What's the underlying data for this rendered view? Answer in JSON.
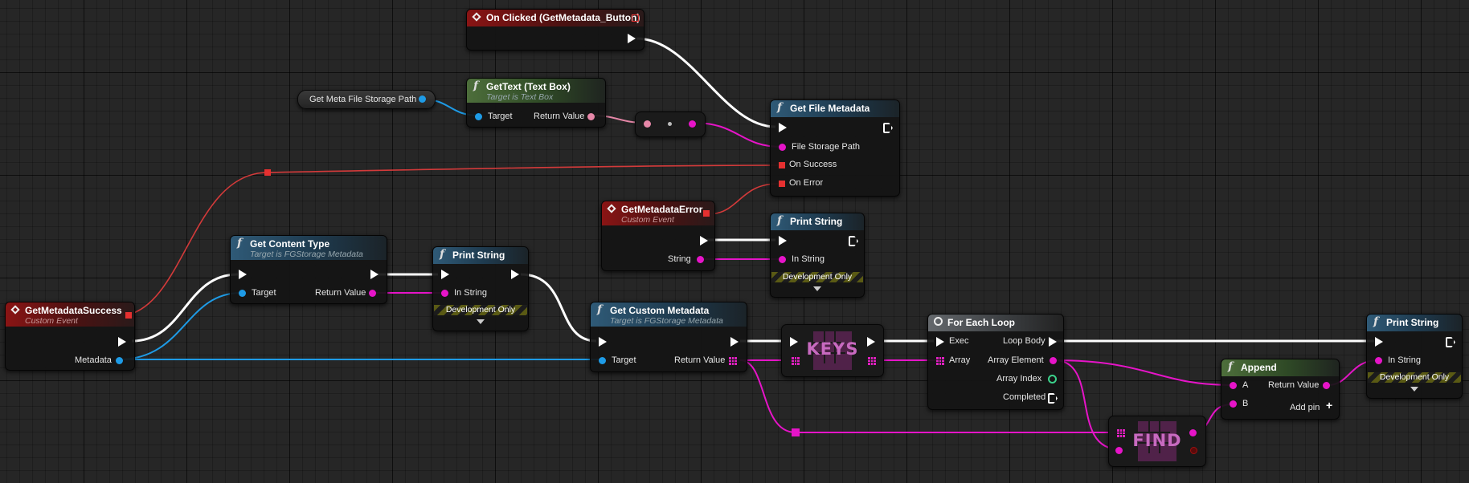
{
  "nodes": {
    "on_clicked": {
      "title": "On Clicked (GetMetadata_Button)"
    },
    "gettext": {
      "title": "GetText (Text Box)",
      "subtitle": "Target is Text Box",
      "target": "Target",
      "return_value": "Return Value"
    },
    "meta_var": {
      "label": "Get Meta File Storage Path"
    },
    "get_file_metadata": {
      "title": "Get File Metadata",
      "file_storage_path": "File Storage Path",
      "on_success": "On Success",
      "on_error": "On Error"
    },
    "metadata_error": {
      "title": "GetMetadataError",
      "subtitle": "Custom Event",
      "string": "String"
    },
    "print_error": {
      "title": "Print String",
      "in_string": "In String",
      "dev": "Development Only"
    },
    "content_type": {
      "title": "Get Content Type",
      "subtitle": "Target is FGStorage Metadata",
      "target": "Target",
      "return_value": "Return Value"
    },
    "print_content": {
      "title": "Print String",
      "in_string": "In String",
      "dev": "Development Only"
    },
    "metadata_success": {
      "title": "GetMetadataSuccess",
      "subtitle": "Custom Event",
      "metadata": "Metadata"
    },
    "custom_metadata": {
      "title": "Get Custom Metadata",
      "subtitle": "Target is FGStorage Metadata",
      "target": "Target",
      "return_value": "Return Value"
    },
    "keys": {
      "label": "KEYS"
    },
    "find": {
      "label": "FIND"
    },
    "for_each": {
      "title": "For Each Loop",
      "exec": "Exec",
      "array": "Array",
      "loop_body": "Loop Body",
      "array_element": "Array Element",
      "array_index": "Array Index",
      "completed": "Completed"
    },
    "append": {
      "title": "Append",
      "a": "A",
      "b": "B",
      "return_value": "Return Value",
      "add_pin": "Add pin"
    },
    "print_final": {
      "title": "Print String",
      "in_string": "In String",
      "dev": "Development Only"
    }
  },
  "colors": {
    "exec": "#ffffff",
    "string": "#e614c8",
    "object": "#1e9be6",
    "delegate": "#e53030",
    "text": "#e687a8",
    "integer": "#3bd18a",
    "event_header": "#8a1414",
    "function_header": "#2f5a77",
    "pure_header": "#4d6e3b"
  }
}
